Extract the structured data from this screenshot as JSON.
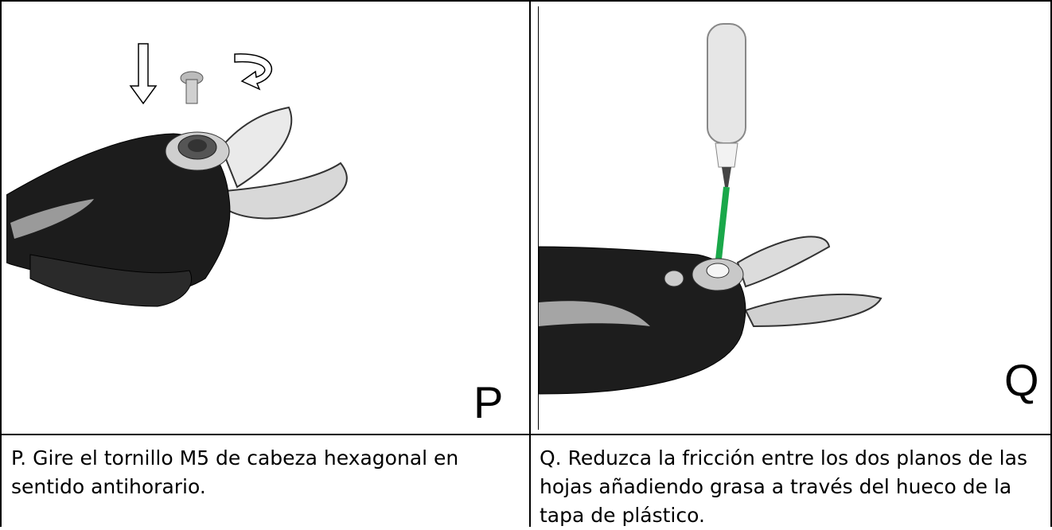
{
  "panels": [
    {
      "letter": "P",
      "caption": "P. Gire el tornillo M5 de cabeza hexagonal en sentido antihorario."
    },
    {
      "letter": "Q",
      "caption": "Q. Reduzca la fricción entre los dos planos de las hojas añadiendo grasa a través del hueco de la tapa de plástico."
    }
  ]
}
